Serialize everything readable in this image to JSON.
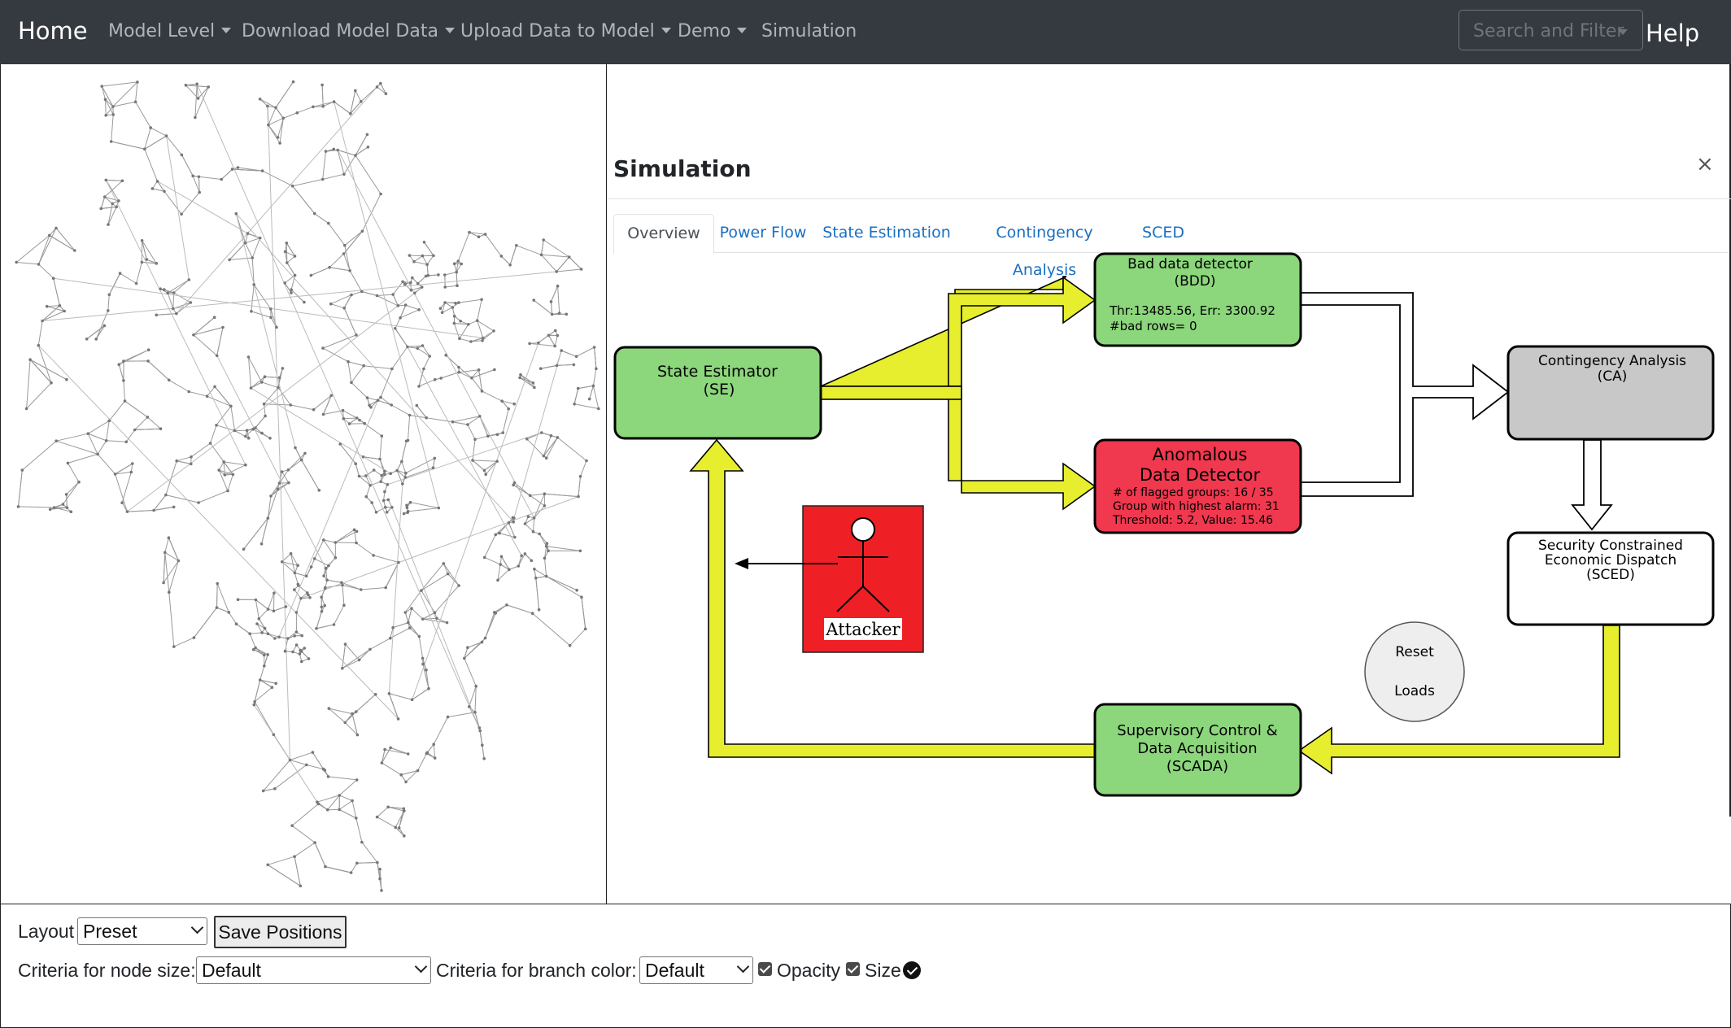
{
  "navbar": {
    "brand": "Home",
    "items": [
      {
        "label": "Model Level",
        "dropdown": true
      },
      {
        "label": "Download Model Data",
        "dropdown": true
      },
      {
        "label": "Upload Data to Model",
        "dropdown": true
      },
      {
        "label": "Demo",
        "dropdown": true
      },
      {
        "label": "Simulation",
        "dropdown": false
      }
    ],
    "search_placeholder": "Search and Filter",
    "help": "Help"
  },
  "simulation": {
    "title": "Simulation",
    "close": "×",
    "tabs": [
      {
        "label": "Overview",
        "active": true
      },
      {
        "label": "Power Flow",
        "active": false
      },
      {
        "label": "State Estimation",
        "active": false
      },
      {
        "label": "Contingency Analysis",
        "active": false
      },
      {
        "label": "SCED",
        "active": false
      }
    ],
    "diagram": {
      "se": {
        "line1": "State Estimator",
        "line2": "(SE)"
      },
      "bdd": {
        "line1": "Bad data detector",
        "line2": "(BDD)",
        "stats1": "Thr:13485.56, Err: 3300.92",
        "stats2": "#bad rows= 0"
      },
      "add": {
        "line1": "Anomalous",
        "line2": "Data Detector",
        "stats1": "# of flagged groups: 16 / 35",
        "stats2": "Group with highest alarm: 31",
        "stats3": "Threshold: 5.2, Value: 15.46"
      },
      "ca": {
        "line1": "Contingency Analysis",
        "line2": "(CA)"
      },
      "sced": {
        "line1": "Security Constrained",
        "line2": "Economic Dispatch",
        "line3": "(SCED)"
      },
      "scada": {
        "line1": "Supervisory Control &",
        "line2": "Data Acquisition",
        "line3": "(SCADA)"
      },
      "attacker": "Attacker",
      "reset": {
        "line1": "Reset",
        "line2": "Loads"
      }
    },
    "colors": {
      "green_box": "#8cd67c",
      "red_box": "#f0384f",
      "gray_box": "#c8c8c8",
      "flow_arrow": "#e6ee2e",
      "attacker_bg": "#ee2026"
    }
  },
  "footer": {
    "layout_label": "Layout",
    "layout_value": "Preset",
    "save_button": "Save Positions",
    "node_size_label": "Criteria for node size:",
    "node_size_value": "Default",
    "branch_color_label": "Criteria for branch color:",
    "branch_color_value": "Default",
    "opacity_label": "Opacity",
    "opacity_checked": true,
    "size_label": "Size",
    "size_checked": true
  }
}
